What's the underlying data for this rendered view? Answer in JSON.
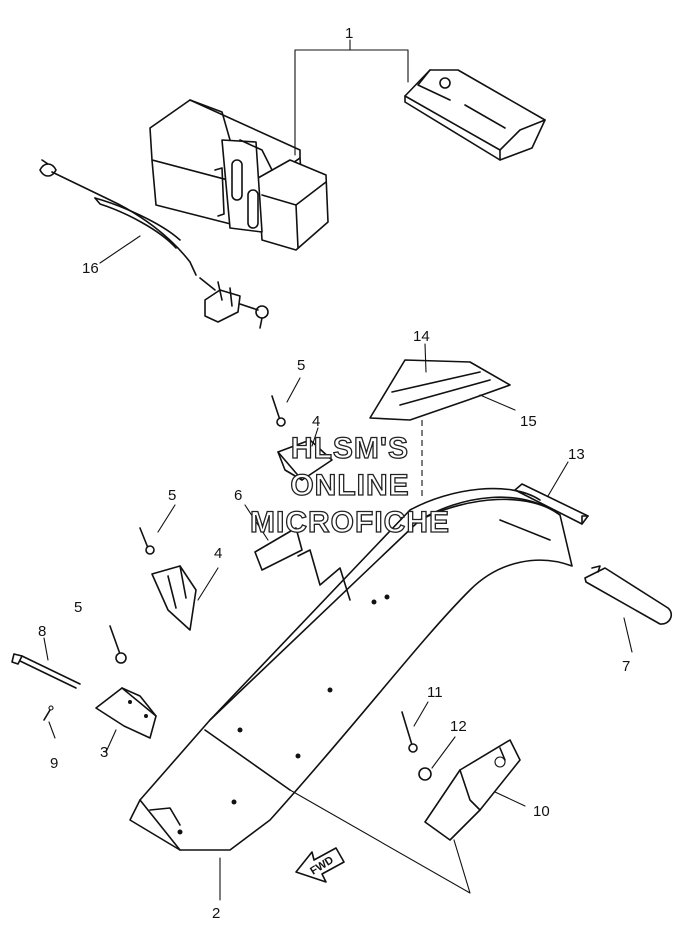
{
  "watermark": {
    "line1": "HLSM'S",
    "line2": "ONLINE",
    "line3": "MICROFICHE"
  },
  "fwd_label": "FWD",
  "callouts": [
    {
      "id": "c1",
      "label": "1",
      "part": "tool-kit-assembly"
    },
    {
      "id": "c16",
      "label": "16",
      "part": "helmet-cable"
    },
    {
      "id": "c14",
      "label": "14",
      "part": "pad"
    },
    {
      "id": "c15",
      "label": "15",
      "part": "pad-strip"
    },
    {
      "id": "c5a",
      "label": "5",
      "part": "screw"
    },
    {
      "id": "c4a",
      "label": "4",
      "part": "clip"
    },
    {
      "id": "c13",
      "label": "13",
      "part": "damper"
    },
    {
      "id": "c6",
      "label": "6",
      "part": "sticker"
    },
    {
      "id": "c5b",
      "label": "5",
      "part": "screw"
    },
    {
      "id": "c4b",
      "label": "4",
      "part": "clip"
    },
    {
      "id": "c5c",
      "label": "5",
      "part": "screw"
    },
    {
      "id": "c8",
      "label": "8",
      "part": "bolt"
    },
    {
      "id": "c7",
      "label": "7",
      "part": "band"
    },
    {
      "id": "c9",
      "label": "9",
      "part": "pin"
    },
    {
      "id": "c3",
      "label": "3",
      "part": "bracket"
    },
    {
      "id": "c11",
      "label": "11",
      "part": "screw"
    },
    {
      "id": "c12",
      "label": "12",
      "part": "nut"
    },
    {
      "id": "c10",
      "label": "10",
      "part": "holder"
    },
    {
      "id": "c2",
      "label": "2",
      "part": "rear-fender"
    }
  ]
}
